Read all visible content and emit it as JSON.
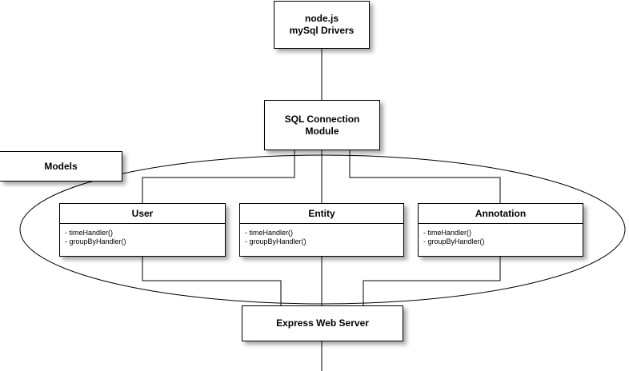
{
  "diagram": {
    "driver_box": {
      "line1": "node.js",
      "line2": "mySql Drivers"
    },
    "sql_module_box": {
      "line1": "SQL Connection",
      "line2": "Module"
    },
    "models_label": "Models",
    "classes": [
      {
        "name": "User",
        "methods": [
          "- timeHandler()",
          "- groupByHandler()"
        ]
      },
      {
        "name": "Entity",
        "methods": [
          "- timeHandler()",
          "- groupByHandler()"
        ]
      },
      {
        "name": "Annotation",
        "methods": [
          "- timeHandler()",
          "- groupByHandler()"
        ]
      }
    ],
    "server_box": {
      "label": "Express Web Server"
    }
  }
}
